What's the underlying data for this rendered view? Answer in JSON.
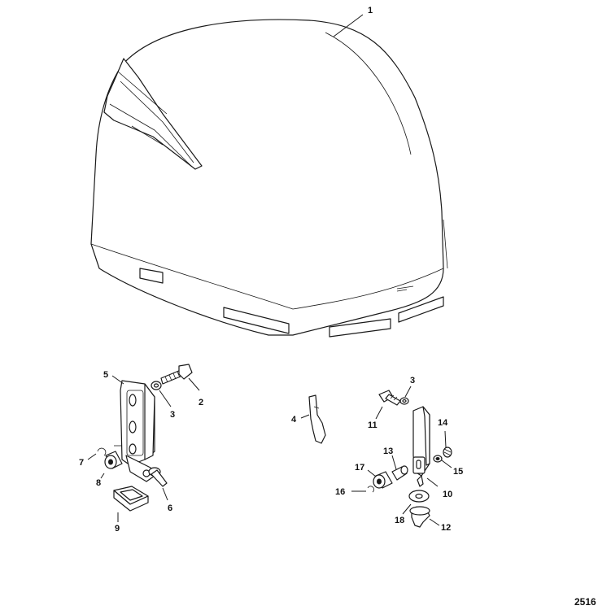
{
  "callouts": {
    "c1": "1",
    "c2": "2",
    "c3a": "3",
    "c3b": "3",
    "c4": "4",
    "c5": "5",
    "c6": "6",
    "c7": "7",
    "c8": "8",
    "c9": "9",
    "c10": "10",
    "c11": "11",
    "c12": "12",
    "c13": "13",
    "c14": "14",
    "c15": "15",
    "c16": "16",
    "c17": "17",
    "c18": "18"
  },
  "figure_number": "2516"
}
